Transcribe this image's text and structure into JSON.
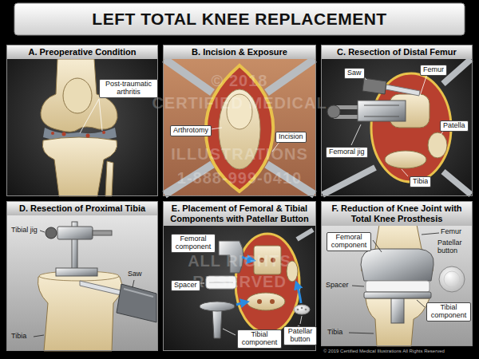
{
  "diagram": {
    "title": "LEFT TOTAL KNEE REPLACEMENT",
    "nodes": [
      {
        "text": [
          "A. Preoperative Condition"
        ]
      },
      {
        "text": [
          "Post-traumatic arthritis"
        ],
        "in": 0
      },
      {
        "text": [
          "B. Incision & Exposure"
        ]
      },
      {
        "text": [
          "Arthrotomy"
        ],
        "in": 2
      },
      {
        "text": [
          "Incision"
        ],
        "in": 2
      },
      {
        "text": [
          "C. Resection of Distal Femur"
        ]
      },
      {
        "text": [
          "Saw"
        ],
        "in": 5
      },
      {
        "text": [
          "Femur"
        ],
        "in": 5
      },
      {
        "text": [
          "Patella"
        ],
        "in": 5
      },
      {
        "text": [
          "Femoral jig"
        ],
        "in": 5
      },
      {
        "text": [
          "Tibia"
        ],
        "in": 5
      },
      {
        "text": [
          "D. Resection of Proximal Tibia"
        ]
      },
      {
        "text": [
          "E. Placement of Femoral & Tibial Components with Patellar Button"
        ]
      },
      {
        "text": [
          "Femoral component"
        ],
        "in": 12
      },
      {
        "text": [
          "Spacer"
        ],
        "in": 12
      },
      {
        "text": [
          "Tibial component"
        ],
        "in": 12
      },
      {
        "text": [
          "Patellar button"
        ],
        "in": 12
      },
      {
        "text": [
          "F. Reduction of Knee Joint with Total Knee Prosthesis"
        ]
      },
      {
        "text": [
          "Femoral component"
        ],
        "in": 17
      },
      {
        "text": [
          "Tibial component"
        ],
        "in": 17
      }
    ],
    "labels": [
      "Tibial jig",
      "Saw",
      "Tibia",
      "Femur",
      "Patellar button",
      "Spacer",
      "Tibia",
      "© 2019 Certified Medical Illustrations All Rights Reserved",
      "© 2018",
      "CERTIFIED MEDICAL",
      "ILLUSTRATIONS",
      "1-888-999-0410",
      "ALL RIGHTS",
      "RESERVED"
    ]
  }
}
